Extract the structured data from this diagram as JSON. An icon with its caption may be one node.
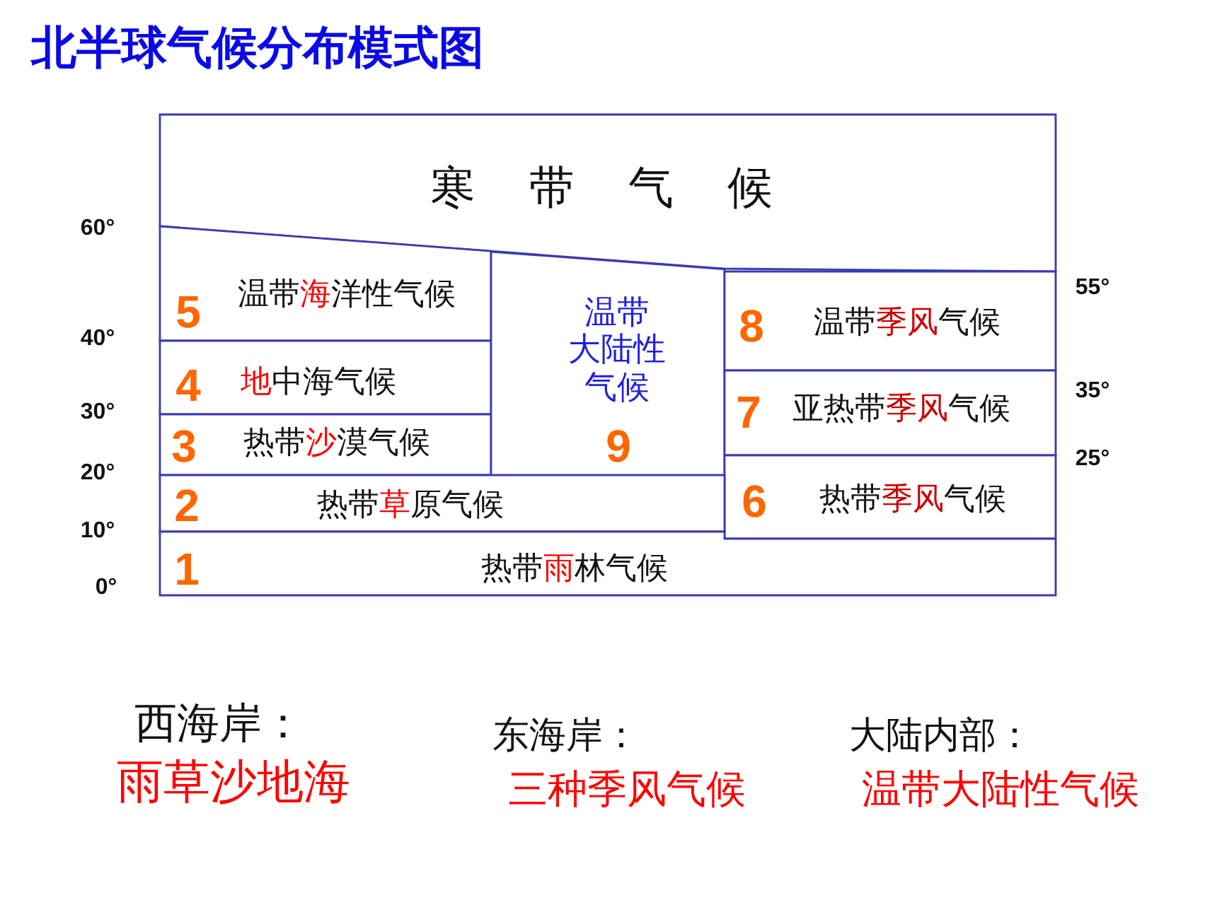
{
  "diagram": {
    "title": "北半球气候分布模式图",
    "nodes": [
      {
        "text": [
          "寒带气候"
        ]
      },
      {
        "text": [
          "5",
          "温带海洋性气候"
        ]
      },
      {
        "text": [
          "4",
          "地中海气候"
        ]
      },
      {
        "text": [
          "3",
          "热带沙漠气候"
        ]
      },
      {
        "text": [
          "温带大陆性气候",
          "9"
        ]
      },
      {
        "text": [
          "8",
          "温带季风气候"
        ]
      },
      {
        "text": [
          "7",
          "亚热带季风气候"
        ]
      },
      {
        "text": [
          "6",
          "热带季风气候"
        ]
      },
      {
        "text": [
          "2",
          "热带草原气候"
        ]
      },
      {
        "text": [
          "1",
          "热带雨林气候"
        ]
      }
    ],
    "labels": [
      "60°",
      "40°",
      "30°",
      "20°",
      "10°",
      "0°",
      "55°",
      "35°",
      "25°",
      "西海岸：",
      "雨草沙地海",
      "东海岸：",
      "三种季风气候",
      "大陆内部：",
      "温带大陆性气候"
    ]
  }
}
